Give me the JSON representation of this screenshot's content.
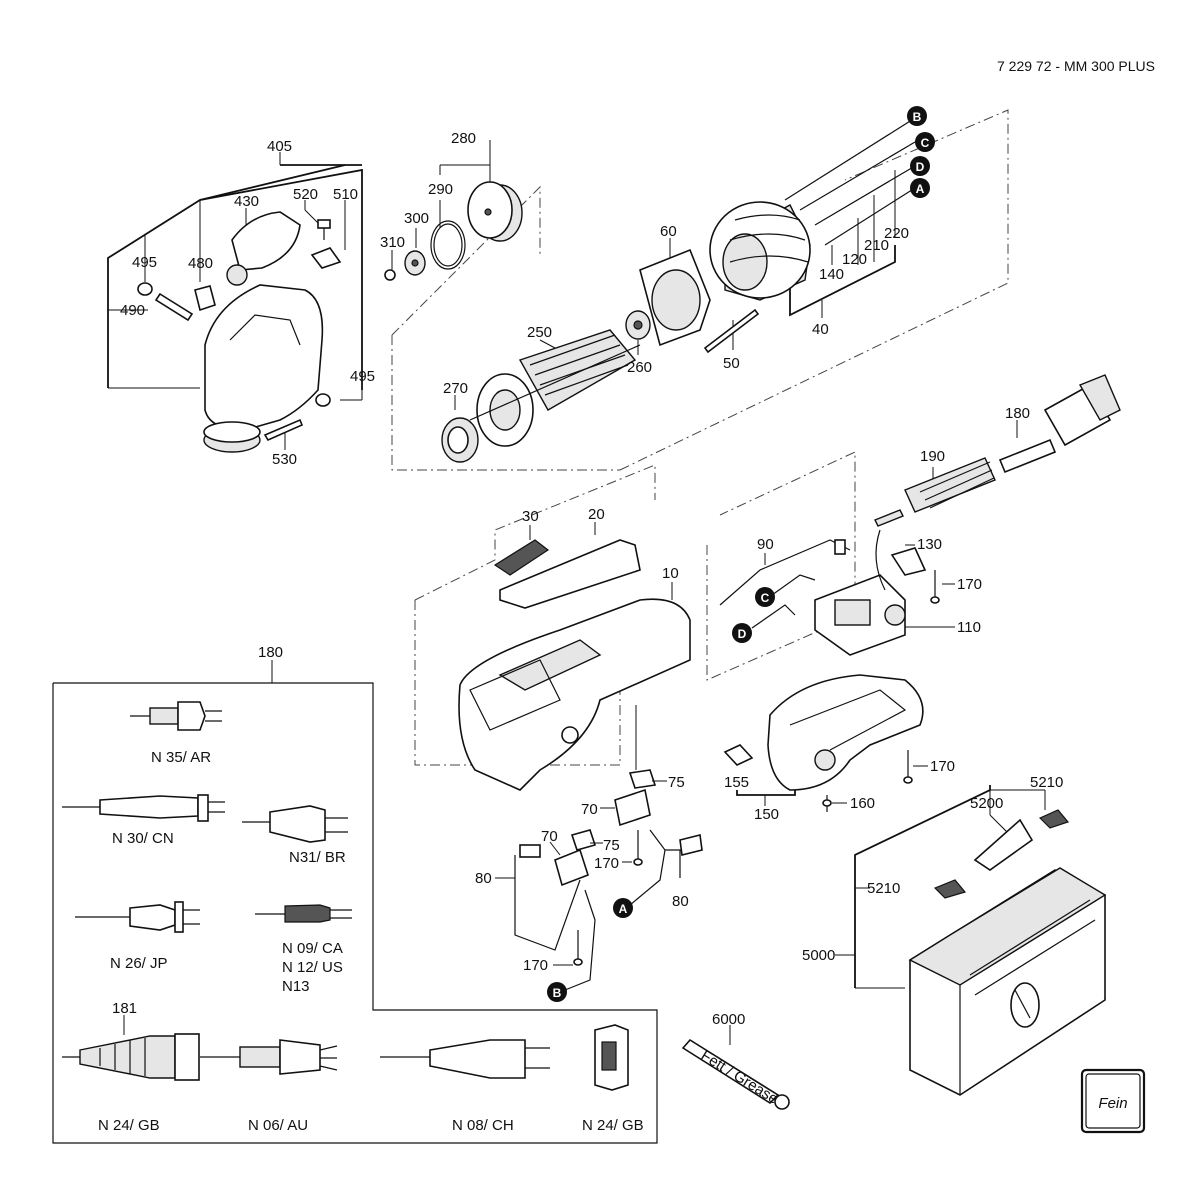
{
  "header": {
    "model_code": "7 229 72 - MM 300 PLUS"
  },
  "callouts": {
    "c405": "405",
    "c430": "430",
    "c520": "520",
    "c510": "510",
    "c495a": "495",
    "c480": "480",
    "c490": "490",
    "c495b": "495",
    "c530": "530",
    "c280": "280",
    "c290": "290",
    "c300": "300",
    "c310": "310",
    "c60": "60",
    "c250": "250",
    "c260": "260",
    "c270": "270",
    "c50": "50",
    "c40": "40",
    "c140": "140",
    "c120": "120",
    "c210": "210",
    "c220": "220",
    "c180a": "180",
    "c190": "190",
    "c30": "30",
    "c20": "20",
    "c10": "10",
    "c90": "90",
    "c130": "130",
    "c170a": "170",
    "c110": "110",
    "c75a": "75",
    "c70a": "70",
    "c70b": "70",
    "c75b": "75",
    "c170b": "170",
    "c80a": "80",
    "c80b": "80",
    "c170c": "170",
    "c155": "155",
    "c150": "150",
    "c160": "160",
    "c170d": "170",
    "c5210a": "5210",
    "c5200": "5200",
    "c5210b": "5210",
    "c5000": "5000",
    "c6000": "6000",
    "c180b": "180",
    "c181": "181"
  },
  "wire_markers": {
    "B1": "B",
    "C1": "C",
    "D1": "D",
    "A1": "A",
    "C2": "C",
    "D2": "D",
    "A2": "A",
    "B2": "B"
  },
  "plug_variants": {
    "ar": "N 35/ AR",
    "cn": "N 30/ CN",
    "br": "N31/ BR",
    "jp": "N 26/ JP",
    "ca": "N 09/ CA",
    "us": "N 12/ US",
    "n13": "N13",
    "gb1": "N 24/ GB",
    "au": "N 06/ AU",
    "ch": "N 08/ CH",
    "gb2": "N 24/ GB"
  },
  "tube_label": "Fett / Grease",
  "logo_text": "Fein",
  "colors": {
    "ink": "#111111",
    "paper": "#ffffff",
    "shade": "#e6e6e6"
  }
}
